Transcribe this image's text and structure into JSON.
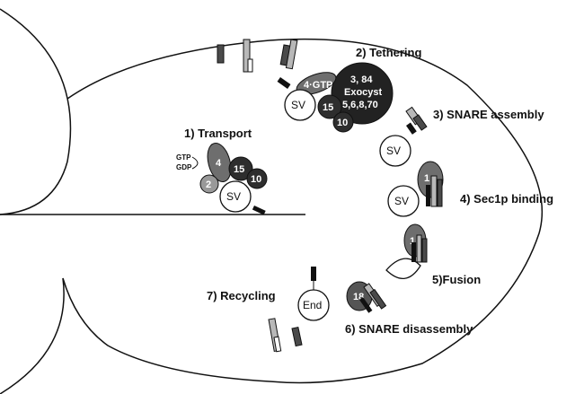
{
  "steps": {
    "transport": "1) Transport",
    "tethering": "2) Tethering",
    "snare_assembly": "3) SNARE assembly",
    "sec1p_binding": "4) Sec1p binding",
    "fusion": "5)Fusion",
    "snare_disassembly": "6) SNARE disassembly",
    "recycling": "7) Recycling"
  },
  "vesicle_label": "SV",
  "endosome_label": "End",
  "nucleotides": {
    "gtp": "GTP",
    "gdp": "GDP"
  },
  "proteins": {
    "p4": "4",
    "p4_gtp": "4·GTP",
    "p2": "2",
    "p15": "15",
    "p10": "10",
    "p1": "1",
    "p18": "18",
    "exocyst_line1": "3, 84",
    "exocyst_line2": "Exocyst",
    "exocyst_line3": "5,6,8,70"
  },
  "colors": {
    "black": "#111111",
    "dark_gray": "#3a3a3a",
    "mid_gray": "#6e6e6e",
    "light_gray": "#b8b8b8",
    "outline": "#111111"
  }
}
